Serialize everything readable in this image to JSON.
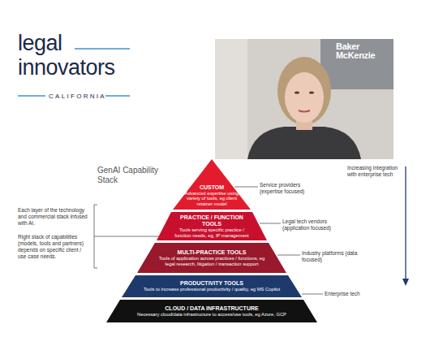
{
  "diagram": {
    "title": "GenAI Capability Stack",
    "nodes": [
      {
        "text": [
          "CUSTOM",
          "Advanced expertise using variety of tools, eg client retainer model"
        ]
      },
      {
        "text": [
          "PRACTICE / FUNCTION TOOLS",
          "Tools serving specific practice / function needs, eg, IP management"
        ]
      },
      {
        "text": [
          "MULTI-PRACTICE TOOLS",
          "Tools of application across practices / functions, eg legal research, litigation / transaction support"
        ]
      },
      {
        "text": [
          "PRODUCTIVITY TOOLS",
          "Tools to increase professional productivity / quality, eg MS Copilot"
        ]
      },
      {
        "text": [
          "CLOUD / DATA INFRASTRUCTURE",
          "Necessary cloud/data infrastructure to access/use tools, eg Azure, GCP"
        ]
      }
    ],
    "labels": [
      "legal innovators",
      "CALIFORNIA",
      "Baker McKenzie",
      "Each layer of the technology and commercial stack infused with AI.",
      "Right stack of capabilities (models, tools and partners) depends on specific client / use case needs.",
      "Service providers (expertise focused)",
      "Legal tech vendors (application focused)",
      "Industry platforms (data focused)",
      "Enterprise tech",
      "Increasing integration with enterprise tech"
    ]
  }
}
